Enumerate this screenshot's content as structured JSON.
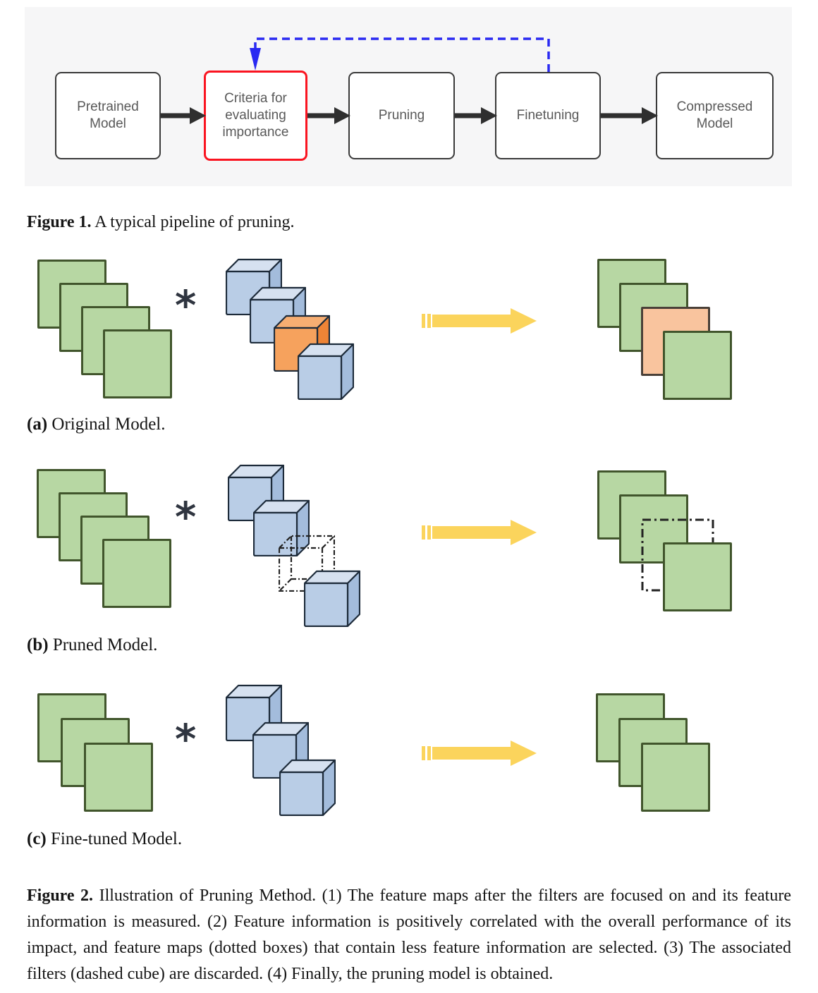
{
  "figure1": {
    "caption_label": "Figure 1.",
    "caption_text": " A typical pipeline of pruning.",
    "boxes": [
      {
        "label": "Pretrained Model",
        "highlight": false
      },
      {
        "label": "Criteria for evaluating importance",
        "highlight": true
      },
      {
        "label": "Pruning",
        "highlight": false
      },
      {
        "label": "Finetuning",
        "highlight": false
      },
      {
        "label": "Compressed Model",
        "highlight": false
      }
    ],
    "feedback_arrow": "dashed blue arrow from Finetuning back to Criteria for evaluating importance"
  },
  "figure2": {
    "rows": [
      {
        "caption_label": "(a)",
        "caption_text": " Original Model.",
        "operator": "*",
        "feature_maps": [
          "green",
          "green",
          "green",
          "green"
        ],
        "filters": [
          "blue",
          "blue",
          "orange",
          "blue"
        ],
        "outputs": [
          "green",
          "green",
          "salmon",
          "green"
        ]
      },
      {
        "caption_label": "(b)",
        "caption_text": " Pruned Model.",
        "operator": "*",
        "feature_maps": [
          "green",
          "green",
          "green",
          "green"
        ],
        "filters": [
          "blue",
          "blue",
          "dashed",
          "blue"
        ],
        "outputs": [
          "green",
          "green",
          "dashed",
          "green"
        ]
      },
      {
        "caption_label": "(c)",
        "caption_text": " Fine-tuned Model.",
        "operator": "*",
        "feature_maps": [
          "green",
          "green",
          "green"
        ],
        "filters": [
          "blue",
          "blue",
          "blue"
        ],
        "outputs": [
          "green",
          "green",
          "green"
        ]
      }
    ],
    "caption_label": "Figure 2.",
    "caption_text": " Illustration of Pruning Method. (1) The feature maps after the filters are focused on and its feature information is measured. (2) Feature information is positively correlated with the overall performance of its impact, and feature maps (dotted boxes) that contain less feature information are selected. (3) The associated filters (dashed cube) are discarded. (4) Finally, the pruning model is obtained."
  },
  "colors": {
    "panel_bg": "#f6f6f7",
    "box_border": "#3a3a3a",
    "box_text": "#595959",
    "highlight_red": "#fa1420",
    "feedback_blue": "#2929f2",
    "flow_arrow": "#2f2f2f",
    "map_green": "#b7d7a3",
    "map_green_border": "#41552c",
    "map_salmon": "#f9c49e",
    "map_salmon_border": "#4a4038",
    "cube_blue_front": "#b9cde6",
    "cube_blue_top": "#d6e1f0",
    "cube_blue_side": "#a3bcdc",
    "cube_orange_front": "#f6a25d",
    "cube_orange_top": "#f7ae72",
    "cube_orange_side": "#ee8436",
    "cube_outline": "#1d2b3a",
    "dashed_stroke": "#222222",
    "arrow_yellow": "#fbd45c",
    "text_black": "#151515"
  }
}
